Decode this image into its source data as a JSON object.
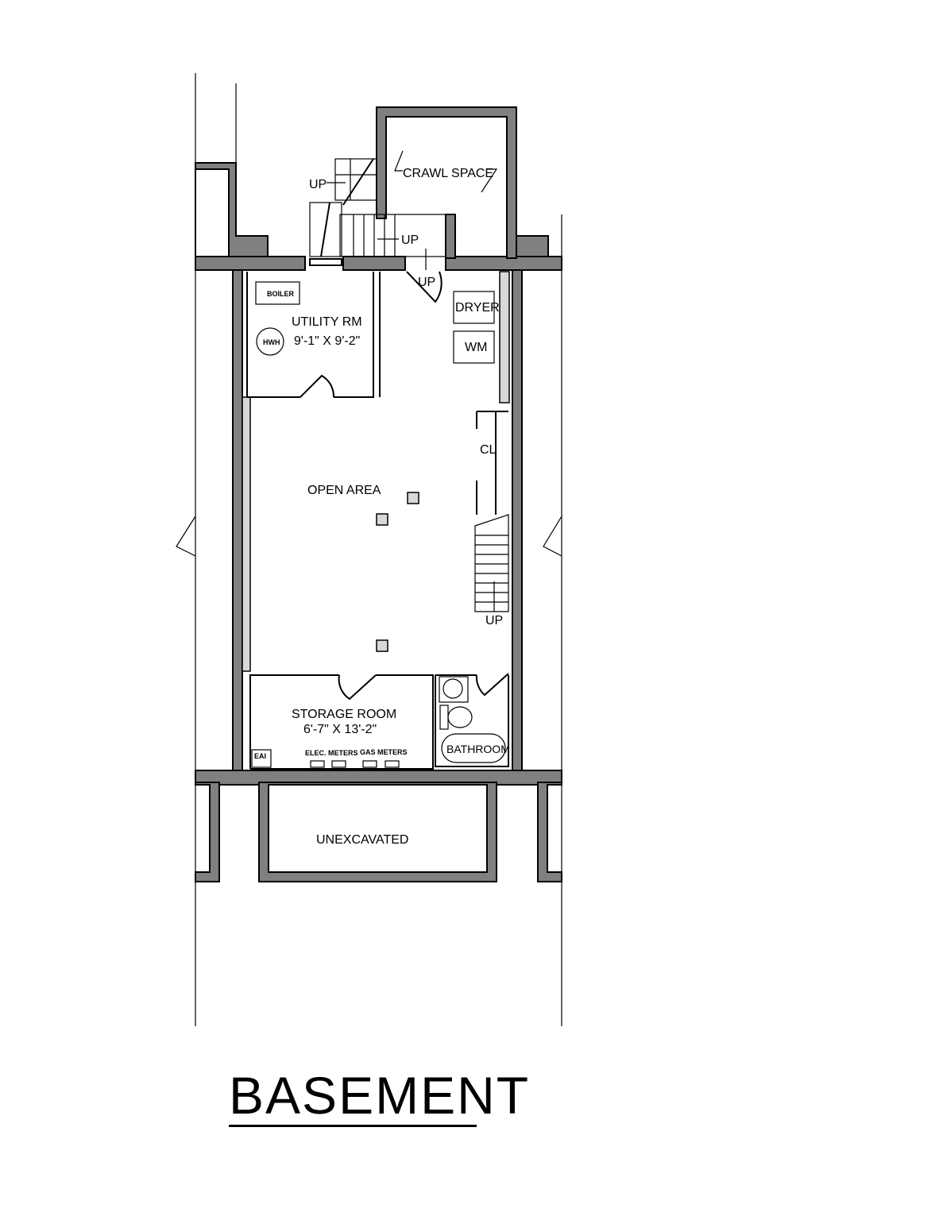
{
  "title": "BASEMENT",
  "rooms": {
    "crawl_space": "CRAWL SPACE",
    "utility": {
      "name": "UTILITY RM",
      "size": "9'-1\" X 9'-2\""
    },
    "open_area": "OPEN AREA",
    "storage": {
      "name": "STORAGE ROOM",
      "size": "6'-7\" X 13'-2\""
    },
    "bathroom": "BATHROOM",
    "unexcavated": "UNEXCAVATED",
    "closet": "CL"
  },
  "fixtures": {
    "boiler": "BOILER",
    "hwh": "HWH",
    "dryer": "DRYER",
    "washer": "WM",
    "elec_meters": "ELEC. METERS",
    "gas_meters": "GAS METERS",
    "panel": "EAI"
  },
  "stairs": {
    "up1": "UP",
    "up2": "UP",
    "up3": "UP",
    "up4": "UP"
  },
  "colors": {
    "wall": "#808080",
    "wall_inner": "#d8d8d8",
    "line": "#000000"
  }
}
